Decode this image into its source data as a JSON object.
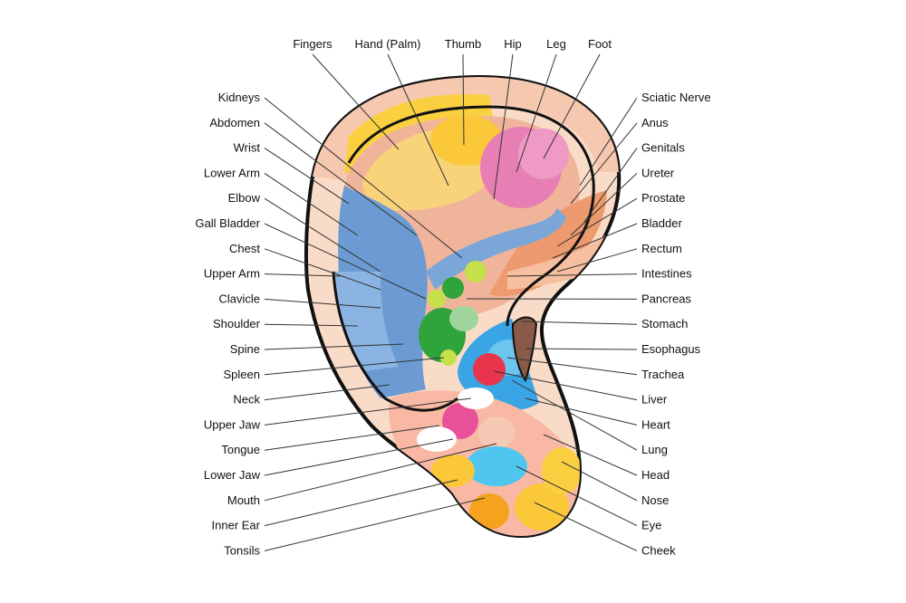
{
  "top_labels": [
    "Fingers",
    "Hand (Palm)",
    "Thumb",
    "Hip",
    "Leg",
    "Foot"
  ],
  "left_labels": [
    "Kidneys",
    "Abdomen",
    "Wrist",
    "Lower Arm",
    "Elbow",
    "Gall Bladder",
    "Chest",
    "Upper Arm",
    "Clavicle",
    "Shoulder",
    "Spine",
    "Spleen",
    "Neck",
    "Upper Jaw",
    "Tongue",
    "Lower Jaw",
    "Mouth",
    "Inner Ear",
    "Tonsils"
  ],
  "right_labels": [
    "Sciatic Nerve",
    "Anus",
    "Genitals",
    "Ureter",
    "Prostate",
    "Bladder",
    "Rectum",
    "Intestines",
    "Pancreas",
    "Stomach",
    "Esophagus",
    "Trachea",
    "Liver",
    "Heart",
    "Lung",
    "Head",
    "Nose",
    "Eye",
    "Cheek"
  ],
  "colors": {
    "outline": "#111111",
    "helix": "#f9dcc8",
    "fingers": "#fbd040",
    "palm": "#f9d37a",
    "hip_leg_foot": "#e77fb4",
    "arm_spine": "#6b9bd2",
    "abdomen": "#f0b49a",
    "pelvic": "#ed9a6e",
    "green_organs": "#2ea43a",
    "light_green": "#c6e04a",
    "blue_organs": "#3aa5e4",
    "esophagus": "#8a5a48",
    "heart": "#e8354b",
    "lobe": "#f8b8a4",
    "tongue": "#e8509a",
    "eye": "#4ec6ef",
    "cheek_jaw": "#fbc83a"
  }
}
